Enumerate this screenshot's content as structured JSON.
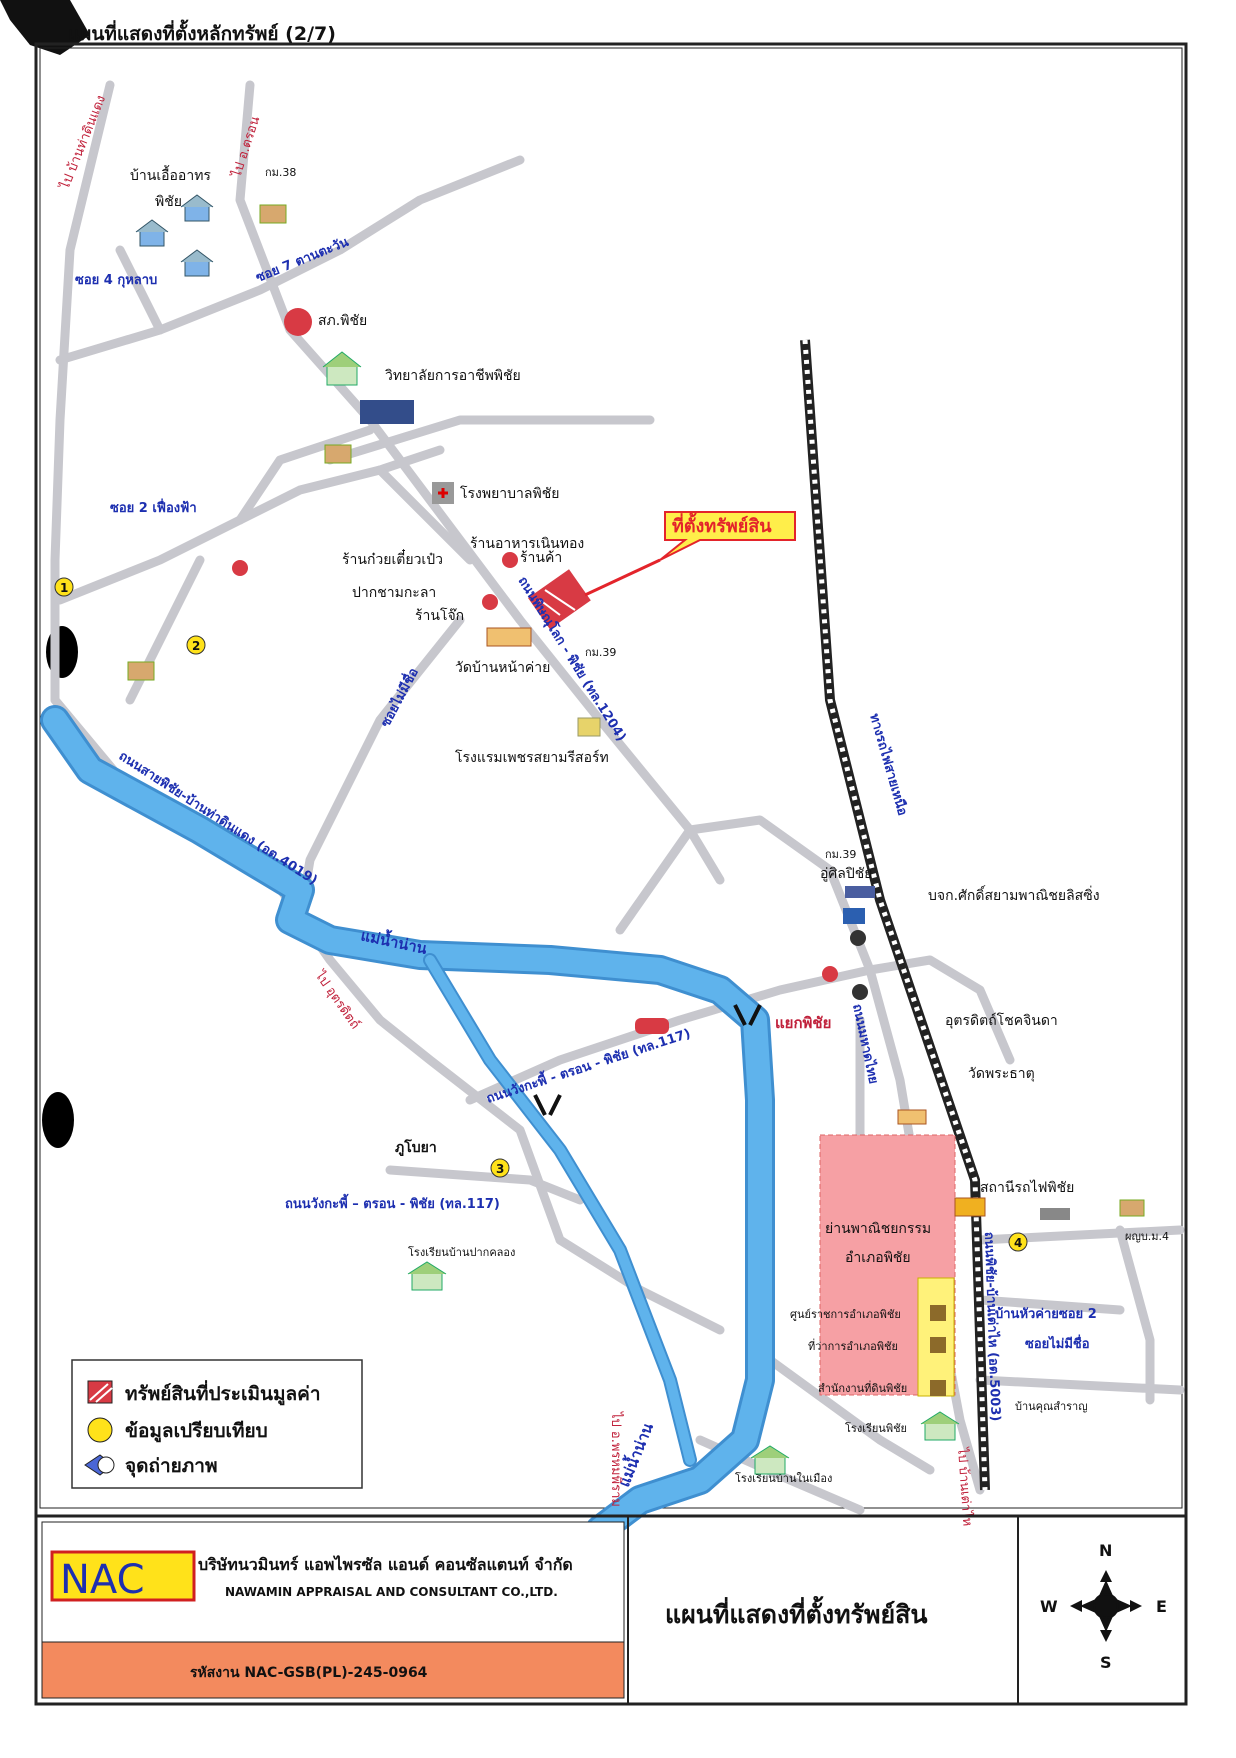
{
  "header": {
    "title": "แผนที่แสดงที่ตั้งหลักทรัพย์ (2/7)"
  },
  "colors": {
    "road": "#c7c7cd",
    "river": "#5fb3ec",
    "river_edge": "#3f8fd0",
    "railway": "#222222",
    "subject": "#d83a44",
    "subject_callout_bg": "#ffee4a",
    "subject_callout_text": "#e3242b",
    "zone_pink": "#f6a0a4",
    "zone_yellow": "#fff27a",
    "footer_code_bg": "#f38a5e",
    "comparable": "#ffe21a",
    "road_label_blue": "#1d2fb0",
    "direction_label_red": "#c0203a"
  },
  "map": {
    "subject_callout": "ที่ตั้งทรัพย์สิน",
    "places": {
      "ban_uea_athon": "บ้านเอื้ออาทร",
      "ban_uea_athon_2": "พิชัย",
      "police": "สภ.พิชัย",
      "college": "วิทยาลัยการอาชีพพิชัย",
      "hospital": "โรงพยาบาลพิชัย",
      "restaurant": "ร้านอาหารเนินทอง",
      "shop": "ร้านค้า",
      "noodle": "ร้านก๋วยเตี๋ยวเป๋ว",
      "pak_cham": "ปากชามกะลา",
      "jok": "ร้านโจ๊ก",
      "wat_ban_na_khai": "วัดบ้านหน้าค่าย",
      "hotel": "โรงแรมเพชรสยามรีสอร์ท",
      "uthai_phichai": "อู่ศิลปิชัย",
      "company": "บจก.ศักดิ์สยามพาณิชยลิสซิ่ง",
      "utharadit": "อุตรดิตถ์โชคจินดา",
      "wat_phra_that": "วัดพระธาตุ",
      "station": "สถานีรถไฟพิชัย",
      "commercial_1": "ย่านพาณิชยกรรม",
      "commercial_2": "อำเภอพิชัย",
      "government_center": "ศูนย์ราชการอำเภอพิชัย",
      "district_office": "ที่ว่าการอำเภอพิชัย",
      "land_office": "สำนักงานที่ดินพิชัย",
      "school_phichai": "โรงเรียนพิชัย",
      "school_nai_mueang": "โรงเรียนบ้านในเมือง",
      "school_pak_khlong": "โรงเรียนบ้านปากคลอง",
      "phu_bo_ya": "ภูโบยา",
      "village_head": "ผญบ.ม.4",
      "ban_khun": "บ้านคุณสำราญ",
      "yaek_phichai": "แยกพิชัย"
    },
    "km_markers": {
      "km38": "กม.38",
      "km39a": "กม.39",
      "km39b": "กม.39"
    },
    "road_labels": {
      "soi4": "ซอย 4 กุหลาบ",
      "soi7": "ซอย 7 ตานตะวัน",
      "soi2": "ซอย 2 เฟื่องฟ้า",
      "soi_no_name": "ซอยไม่มีชื่อ",
      "route1204": "ถนนพิษณุโลก - พิชัย (ทล.1204)",
      "route4019": "ถนนสายพิชัย-บ้านท่าดินแดง (อต.4019)",
      "route117_a": "ถนนวังกะพี้ - ตรอน - พิชัย (ทล.117)",
      "route117_b": "ถนนวังกะพี้ – ตรอน - พิชัย (ทล.117)",
      "railway": "ทางรถไฟสายเหนือ",
      "route5003": "ถนนพิชัย-บ้านเต่าไห (อต.5003)",
      "soi_hua_khai": "บ้านหัวค่ายซอย 2",
      "soi_no_name_2": "ซอยไม่มีชื่อ",
      "road_local": "ถนนมหาดไทย"
    },
    "direction_labels": {
      "to_tha_din_daeng": "ไป บ้านท่าดินแดง",
      "to_tron": "ไป อ.ตรอน",
      "to_uttaradit": "ไป อุตรดิตถ์",
      "to_ban_tao_hai": "ไป บ้านเต่าไห",
      "to_phitsanulok": "ไป อ.พรหมพิราม"
    },
    "river_labels": {
      "river_a": "แม่น้ำน่าน",
      "river_b": "แม่น้ำน่าน"
    },
    "comparables": [
      "1",
      "2",
      "3",
      "4"
    ]
  },
  "legend": {
    "items": [
      {
        "label": "ทรัพย์สินที่ประเมินมูลค่า",
        "icon": "hatched-red-square"
      },
      {
        "label": "ข้อมูลเปรียบเทียบ",
        "icon": "yellow-circle"
      },
      {
        "label": "จุดถ่ายภาพ",
        "icon": "photo-point"
      }
    ]
  },
  "footer": {
    "logo_text": "NAC",
    "company_th": "บริษัทนวมินทร์ แอพไพรซัล แอนด์ คอนซัลแตนท์ จำกัด",
    "company_en": "NAWAMIN APPRAISAL AND CONSULTANT CO.,LTD.",
    "code": "รหัสงาน  NAC-GSB(PL)-245-0964",
    "map_title": "แผนที่แสดงที่ตั้งทรัพย์สิน",
    "compass": {
      "n": "N",
      "s": "S",
      "e": "E",
      "w": "W"
    }
  }
}
